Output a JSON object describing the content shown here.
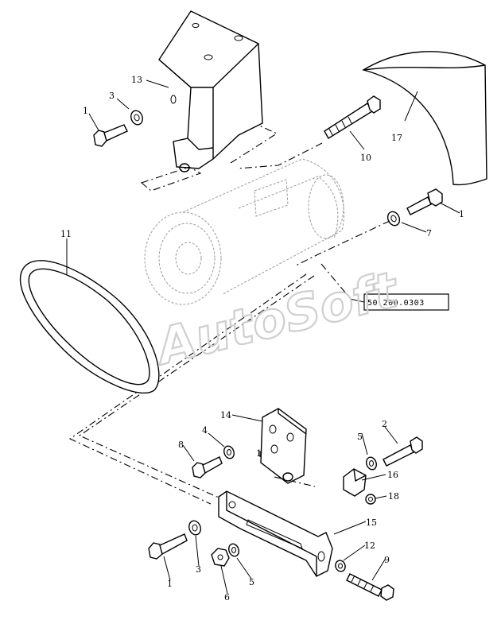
{
  "callouts": [
    {
      "id": "c13",
      "text": "13"
    },
    {
      "id": "c3a",
      "text": "3"
    },
    {
      "id": "c1a",
      "text": "1"
    },
    {
      "id": "c17",
      "text": "17"
    },
    {
      "id": "c10",
      "text": "10"
    },
    {
      "id": "c1b",
      "text": "1"
    },
    {
      "id": "c7",
      "text": "7"
    },
    {
      "id": "c11",
      "text": "11"
    },
    {
      "id": "c14",
      "text": "14"
    },
    {
      "id": "c4",
      "text": "4"
    },
    {
      "id": "c8",
      "text": "8"
    },
    {
      "id": "c1c",
      "text": "1"
    },
    {
      "id": "c2",
      "text": "2"
    },
    {
      "id": "c5a",
      "text": "5"
    },
    {
      "id": "c16",
      "text": "16"
    },
    {
      "id": "c18",
      "text": "18"
    },
    {
      "id": "c15",
      "text": "15"
    },
    {
      "id": "c12",
      "text": "12"
    },
    {
      "id": "c9",
      "text": "9"
    },
    {
      "id": "c1d",
      "text": "1"
    },
    {
      "id": "c3b",
      "text": "3"
    },
    {
      "id": "c6",
      "text": "6"
    },
    {
      "id": "c5b",
      "text": "5"
    }
  ],
  "reference_box": {
    "text": "50.200.0303"
  },
  "watermark": {
    "text": "AutoSoft"
  }
}
